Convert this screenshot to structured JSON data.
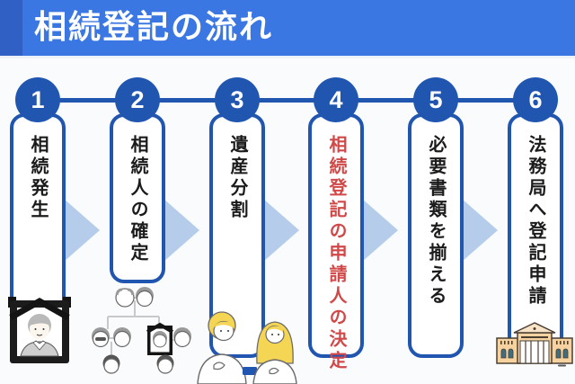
{
  "title": "相続登記の流れ",
  "steps": [
    {
      "number": "1",
      "label": "相続発生",
      "illustration": "memorial-portrait"
    },
    {
      "number": "2",
      "label": "相続人の確定",
      "illustration": "family-tree"
    },
    {
      "number": "3",
      "label": "遺産分割",
      "illustration": "two-people-discussing"
    },
    {
      "number": "4",
      "label": "相続登記の申請人の決定",
      "illustration": ""
    },
    {
      "number": "5",
      "label": "必要書類を揃える",
      "illustration": ""
    },
    {
      "number": "6",
      "label": "法務局へ登記申請",
      "illustration": "government-building"
    }
  ],
  "highlighted_step": "4",
  "colors": {
    "header_bg": "#3b77e2",
    "header_accent_bar": "#3160c4",
    "step_blue": "#2056b0",
    "arrow_light_blue": "#b5cdea",
    "highlight_red": "#d04848",
    "label_black": "#1b1b1b",
    "building_tan": "#f5d2a0",
    "hair_yellow": "#f5d554"
  }
}
